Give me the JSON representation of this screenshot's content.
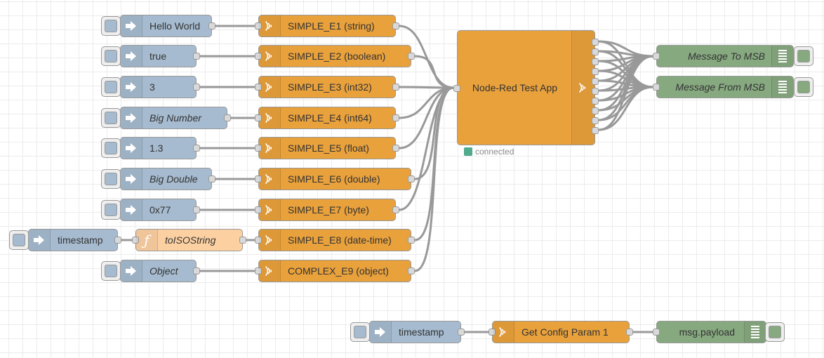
{
  "colors": {
    "inject": "#a6bbcf",
    "mqtt": "#e9a13c",
    "function": "#fdd0a2",
    "debug": "#87a980",
    "wire": "#999999",
    "status_connected": "#55aa88"
  },
  "icons": {
    "inject": "arrow-in-icon",
    "mqtt": "wifi-signal-icon",
    "function": "function-icon",
    "debug": "debug-list-icon"
  },
  "nodes": {
    "inj_hello": "Hello World",
    "inj_true": "true",
    "inj_3": "3",
    "inj_bignumber": "Big Number",
    "inj_13": "1.3",
    "inj_bigdouble": "Big Double",
    "inj_0x77": "0x77",
    "inj_ts1": "timestamp",
    "fn_iso": "toISOString",
    "inj_object": "Object",
    "out_e1": "SIMPLE_E1 (string)",
    "out_e2": "SIMPLE_E2 (boolean)",
    "out_e3": "SIMPLE_E3 (int32)",
    "out_e4": "SIMPLE_E4 (int64)",
    "out_e5": "SIMPLE_E5 (float)",
    "out_e6": "SIMPLE_E6 (double)",
    "out_e7": "SIMPLE_E7 (byte)",
    "out_e8": "SIMPLE_E8 (date-time)",
    "out_e9": "COMPLEX_E9 (object)",
    "app": "Node-Red Test App",
    "app_status": "connected",
    "dbg_to": "Message To MSB",
    "dbg_from": "Message From MSB",
    "inj_ts2": "timestamp",
    "cfg": "Get Config Param 1",
    "dbg_payload": "msg.payload"
  }
}
